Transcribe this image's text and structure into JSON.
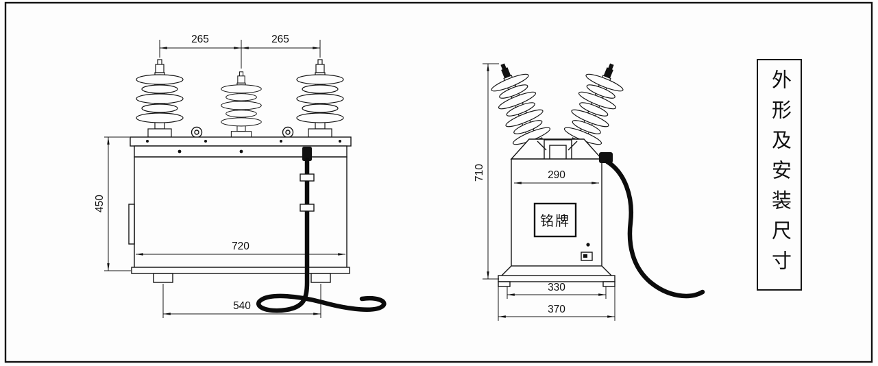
{
  "title_panel": {
    "text": "外形及安装尺寸"
  },
  "front_view": {
    "dim_spacing_left": "265",
    "dim_spacing_right": "265",
    "dim_height": "450",
    "dim_width": "720",
    "dim_foot_span": "540"
  },
  "side_view": {
    "dim_height": "710",
    "dim_width": "290",
    "dim_base_inner": "330",
    "dim_base_outer": "370",
    "nameplate": "铭牌"
  }
}
